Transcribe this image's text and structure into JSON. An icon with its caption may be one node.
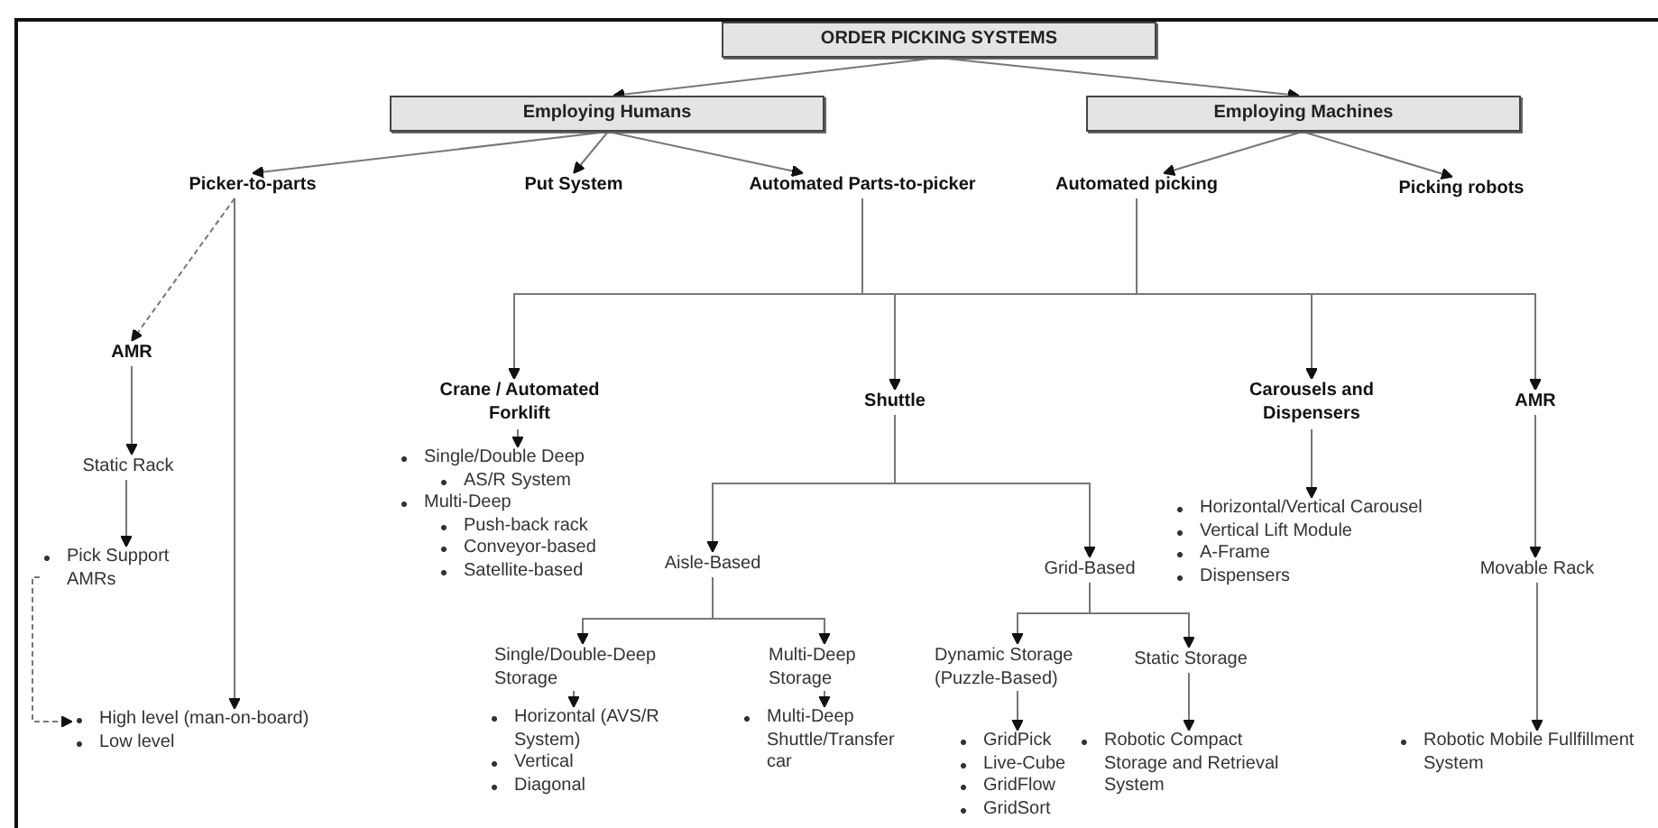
{
  "diagram": {
    "nodes": [
      {
        "text": [
          "ORDER PICKING SYSTEMS"
        ]
      },
      {
        "text": [
          "Employing Humans"
        ]
      },
      {
        "text": [
          "Employing Machines"
        ]
      },
      {
        "text": [
          "Picker-to-parts"
        ]
      },
      {
        "text": [
          "Put System"
        ]
      },
      {
        "text": [
          "Automated Parts-to-picker"
        ]
      },
      {
        "text": [
          "Automated picking"
        ]
      },
      {
        "text": [
          "Picking robots"
        ]
      },
      {
        "text": [
          "AMR"
        ]
      },
      {
        "text": [
          "Static Rack"
        ]
      },
      {
        "text": [
          "Pick Support AMRs"
        ]
      },
      {
        "text": [
          "High level (man-on-board)",
          "Low level"
        ]
      },
      {
        "text": [
          "Crane / Automated Forklift"
        ]
      },
      {
        "text": [
          "Single/Double Deep",
          "AS/R System",
          "Multi-Deep",
          "Push-back rack",
          "Conveyor-based",
          "Satellite-based"
        ]
      },
      {
        "text": [
          "Shuttle"
        ]
      },
      {
        "text": [
          "Carousels and Dispensers"
        ]
      },
      {
        "text": [
          "Horizontal/Vertical Carousel",
          "Vertical Lift Module",
          "A-Frame",
          "Dispensers"
        ]
      },
      {
        "text": [
          "AMR"
        ]
      },
      {
        "text": [
          "Aisle-Based"
        ]
      },
      {
        "text": [
          "Grid-Based"
        ]
      },
      {
        "text": [
          "Single/Double-Deep Storage"
        ]
      },
      {
        "text": [
          "Multi-Deep Storage"
        ]
      },
      {
        "text": [
          "Dynamic Storage (Puzzle-Based)"
        ]
      },
      {
        "text": [
          "Static Storage"
        ]
      },
      {
        "text": [
          "Horizontal (AVS/R System)",
          "Vertical",
          "Diagonal"
        ]
      },
      {
        "text": [
          "Multi-Deep Shuttle/Transfer car"
        ]
      },
      {
        "text": [
          "GridPick",
          "Live-Cube",
          "GridFlow",
          "GridSort"
        ]
      },
      {
        "text": [
          "Robotic Compact Storage and Retrieval System"
        ]
      },
      {
        "text": [
          "Movable Rack"
        ]
      },
      {
        "text": [
          "Robotic Mobile Fullfillment System"
        ]
      }
    ],
    "edges": [
      {
        "from": 0,
        "to": 1,
        "arrow": "to"
      },
      {
        "from": 0,
        "to": 2,
        "arrow": "to"
      },
      {
        "from": 1,
        "to": 3,
        "arrow": "to"
      },
      {
        "from": 1,
        "to": 4,
        "arrow": "to"
      },
      {
        "from": 1,
        "to": 5,
        "arrow": "to"
      },
      {
        "from": 2,
        "to": 6,
        "arrow": "to"
      },
      {
        "from": 2,
        "to": 7,
        "arrow": "to"
      },
      {
        "from": 3,
        "to": 8,
        "arrow": "to",
        "style": "dashed"
      },
      {
        "from": 3,
        "to": 11,
        "arrow": "to"
      },
      {
        "from": 8,
        "to": 9,
        "arrow": "to"
      },
      {
        "from": 9,
        "to": 10,
        "arrow": "to"
      },
      {
        "from": 10,
        "to": 11,
        "arrow": "to",
        "style": "dashed"
      },
      {
        "from": 5,
        "to": 12,
        "arrow": "to"
      },
      {
        "from": 5,
        "to": 14,
        "arrow": "to"
      },
      {
        "from": 5,
        "to": 15,
        "arrow": "to"
      },
      {
        "from": 5,
        "to": 17,
        "arrow": "to"
      },
      {
        "from": 6,
        "to": 12,
        "arrow": "to"
      },
      {
        "from": 6,
        "to": 14,
        "arrow": "to"
      },
      {
        "from": 6,
        "to": 15,
        "arrow": "to"
      },
      {
        "from": 6,
        "to": 17,
        "arrow": "to"
      },
      {
        "from": 12,
        "to": 13,
        "arrow": "to"
      },
      {
        "from": 14,
        "to": 18,
        "arrow": "to"
      },
      {
        "from": 14,
        "to": 19,
        "arrow": "to"
      },
      {
        "from": 15,
        "to": 16,
        "arrow": "to"
      },
      {
        "from": 17,
        "to": 28,
        "arrow": "to"
      },
      {
        "from": 18,
        "to": 20,
        "arrow": "to"
      },
      {
        "from": 18,
        "to": 21,
        "arrow": "to"
      },
      {
        "from": 19,
        "to": 22,
        "arrow": "to"
      },
      {
        "from": 19,
        "to": 23,
        "arrow": "to"
      },
      {
        "from": 20,
        "to": 24,
        "arrow": "to"
      },
      {
        "from": 21,
        "to": 25,
        "arrow": "to"
      },
      {
        "from": 22,
        "to": 26,
        "arrow": "to"
      },
      {
        "from": 23,
        "to": 27,
        "arrow": "to"
      },
      {
        "from": 28,
        "to": 29,
        "arrow": "to"
      }
    ]
  }
}
